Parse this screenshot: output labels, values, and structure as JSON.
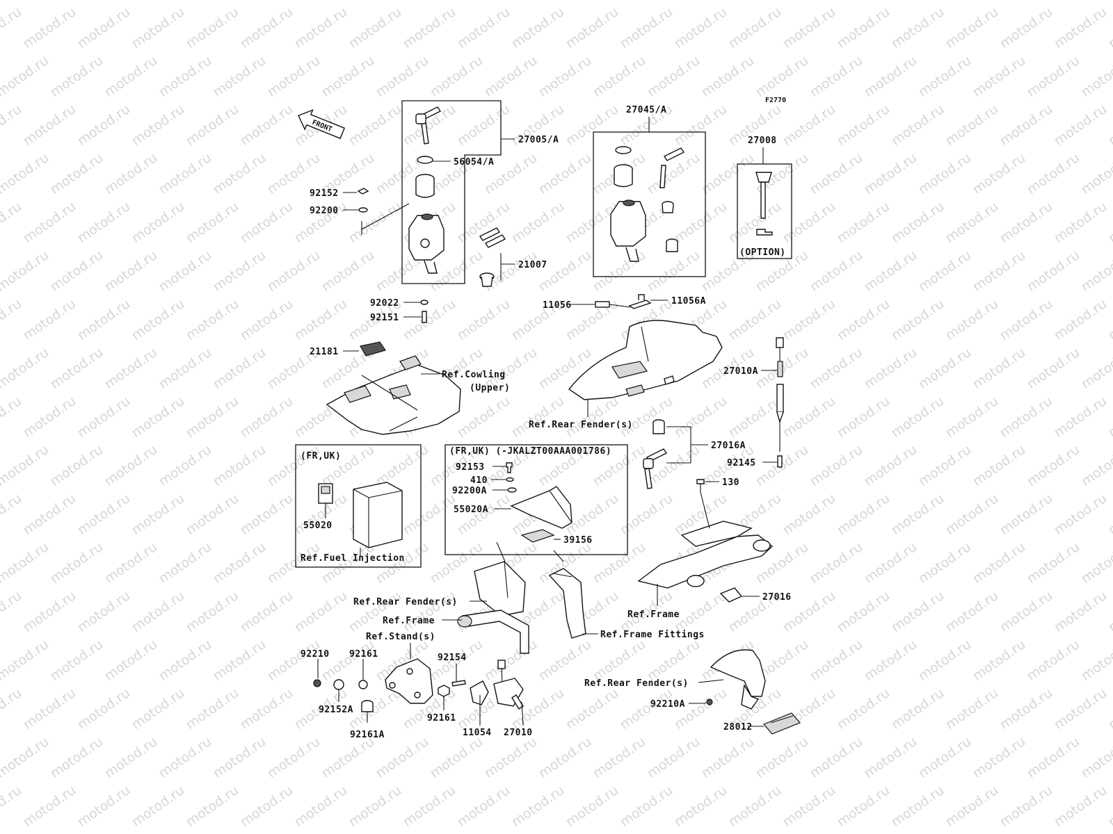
{
  "diagram_code": "F2770",
  "watermark": "motod.ru",
  "front_arrow_label": "FRONT",
  "box_labels": {
    "box_fr_uk_left": "(FR,UK)",
    "box_fr_uk_right": "(FR,UK)  (-JKALZT00AAA001786)",
    "option": "(OPTION)"
  },
  "part_labels": {
    "p27005A": "27005/A",
    "p56054A": "56054/A",
    "p92152": "92152",
    "p92200": "92200",
    "p21007": "21007",
    "p92022": "92022",
    "p92151": "92151",
    "p27045A": "27045/A",
    "p27008": "27008",
    "p11056": "11056",
    "p11056A": "11056A",
    "p21181": "21181",
    "p27010A": "27010A",
    "p27016A": "27016A",
    "p92145": "92145",
    "p92153": "92153",
    "p410": "410",
    "p92200A": "92200A",
    "p55020A": "55020A",
    "p39156": "39156",
    "p55020": "55020",
    "p130": "130",
    "p27016": "27016",
    "p92210": "92210",
    "p92161": "92161",
    "p92152A": "92152A",
    "p92161A": "92161A",
    "p92154": "92154",
    "p92161b": "92161",
    "p11054": "11054",
    "p27010": "27010",
    "p92210A": "92210A",
    "p28012": "28012"
  },
  "ref_labels": {
    "cowling_upper_1": "Ref.Cowling",
    "cowling_upper_2": "(Upper)",
    "rear_fender_top": "Ref.Rear Fender(s)",
    "fuel_injection": "Ref.Fuel Injection",
    "rear_fender_mid": "Ref.Rear Fender(s)",
    "frame_left": "Ref.Frame",
    "stands": "Ref.Stand(s)",
    "frame_right": "Ref.Frame",
    "frame_fittings": "Ref.Frame Fittings",
    "rear_fender_bottom": "Ref.Rear Fender(s)"
  }
}
